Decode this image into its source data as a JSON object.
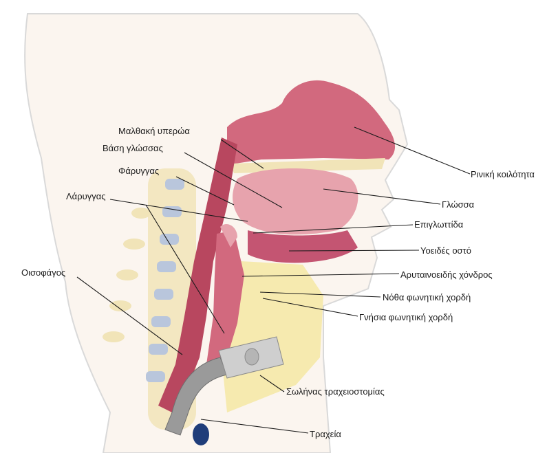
{
  "labels": {
    "soft_palate": "Μαλθακή υπερώα",
    "tongue_base": "Βάση γλώσσας",
    "pharynx": "Φάρυγγας",
    "larynx": "Λάρυγγας",
    "esophagus": "Οισοφάγος",
    "nasal_cavity": "Ρινική κοιλότητα",
    "tongue": "Γλώσσα",
    "epiglottis": "Επιγλωττίδα",
    "hyoid_bone": "Υοειδές οστό",
    "arytenoid_cartilage": "Αρυταινοειδής χόνδρος",
    "false_vocal_cord": "Νόθα φωνητική χορδή",
    "true_vocal_cord": "Γνήσια φωνητική χορδή",
    "tracheostomy_tube": "Σωλήνας τραχειοστομίας",
    "trachea": "Τραχεία"
  },
  "colors": {
    "skin_outline": "#d9d9d9",
    "tissue_light": "#e7a3ad",
    "tissue_mid": "#d2697e",
    "tissue_dark": "#b8475f",
    "bone": "#f1e4b8",
    "vertebra_disc": "#b9c6dc",
    "tube": "#9a9a9a",
    "tube_light": "#cfcfcf",
    "trachea_dark": "#1f3d7a",
    "fat": "#f3e07a"
  }
}
